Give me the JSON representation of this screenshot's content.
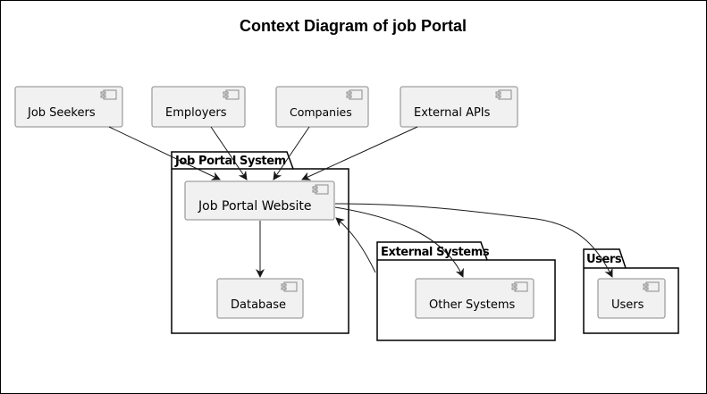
{
  "title": "Context Diagram of job Portal",
  "actors": {
    "job_seekers": "Job Seekers",
    "employers": "Employers",
    "companies": "Companies",
    "external_apis": "External APIs"
  },
  "packages": {
    "job_portal_system": {
      "label": "Job Portal System",
      "components": {
        "job_portal_website": "Job Portal Website",
        "database": "Database"
      }
    },
    "external_systems": {
      "label": "External Systems",
      "components": {
        "other_systems": "Other Systems"
      }
    },
    "users": {
      "label": "Users",
      "components": {
        "users": "Users"
      }
    }
  },
  "icon": "component-icon"
}
